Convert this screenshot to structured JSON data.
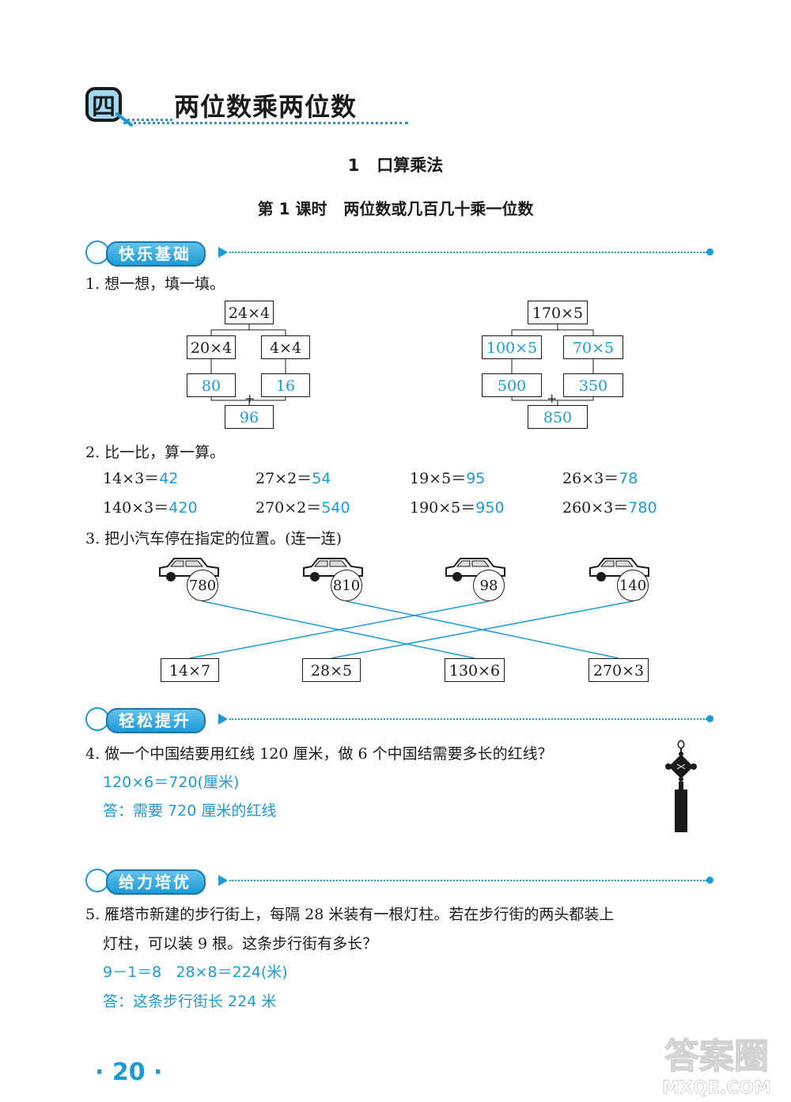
{
  "unit": {
    "number": "四",
    "title": "两位数乘两位数"
  },
  "section": {
    "title": "1   口算乘法"
  },
  "lesson": {
    "title": "第 1 课时   两位数或几百几十乘一位数"
  },
  "banners": {
    "b1": "快乐基础",
    "b2": "轻松提升",
    "b3": "给力培优"
  },
  "q1": {
    "prompt": "1. 想一想，填一填。",
    "left": {
      "top": "24×4",
      "a": "20×4",
      "b": "4×4",
      "ra": "80",
      "rb": "16",
      "sum": "96",
      "plus": "+"
    },
    "right": {
      "top": "170×5",
      "a": "100×5",
      "b": "70×5",
      "ra": "500",
      "rb": "350",
      "sum": "850",
      "plus": "+"
    }
  },
  "q2": {
    "prompt": "2. 比一比，算一算。",
    "rows": [
      [
        {
          "e": "14×3＝",
          "v": "42"
        },
        {
          "e": "27×2＝",
          "v": "54"
        },
        {
          "e": "19×5＝",
          "v": "95"
        },
        {
          "e": "26×3＝",
          "v": "78"
        }
      ],
      [
        {
          "e": "140×3＝",
          "v": "420"
        },
        {
          "e": "270×2＝",
          "v": "540"
        },
        {
          "e": "190×5＝",
          "v": "950"
        },
        {
          "e": "260×3＝",
          "v": "780"
        }
      ]
    ]
  },
  "q3": {
    "prompt": "3. 把小汽车停在指定的位置。(连一连)",
    "cars": [
      "780",
      "810",
      "98",
      "140"
    ],
    "slots": [
      "14×7",
      "28×5",
      "130×6",
      "270×3"
    ],
    "link_color": "#1c9ad6"
  },
  "q4": {
    "prompt": "4. 做一个中国结要用红线 120 厘米，做 6 个中国结需要多长的红线？",
    "calc": "120×6＝720(厘米)",
    "answer": "答：需要 720 厘米的红线"
  },
  "q5": {
    "prompt_line1": "5. 雁塔市新建的步行街上，每隔 28 米装有一根灯柱。若在步行街的两头都装上",
    "prompt_line2": "灯柱，可以装 9 根。这条步行街有多长？",
    "calc": "9－1＝8   28×8＝224(米)",
    "answer": "答：这条步行街长 224 米"
  },
  "page_number": "· 20 ·",
  "watermark": {
    "line1": "答案圈",
    "line2": "MXQE.COM"
  },
  "colors": {
    "accent": "#1c9ad6",
    "badge": "#9fd9ef"
  }
}
